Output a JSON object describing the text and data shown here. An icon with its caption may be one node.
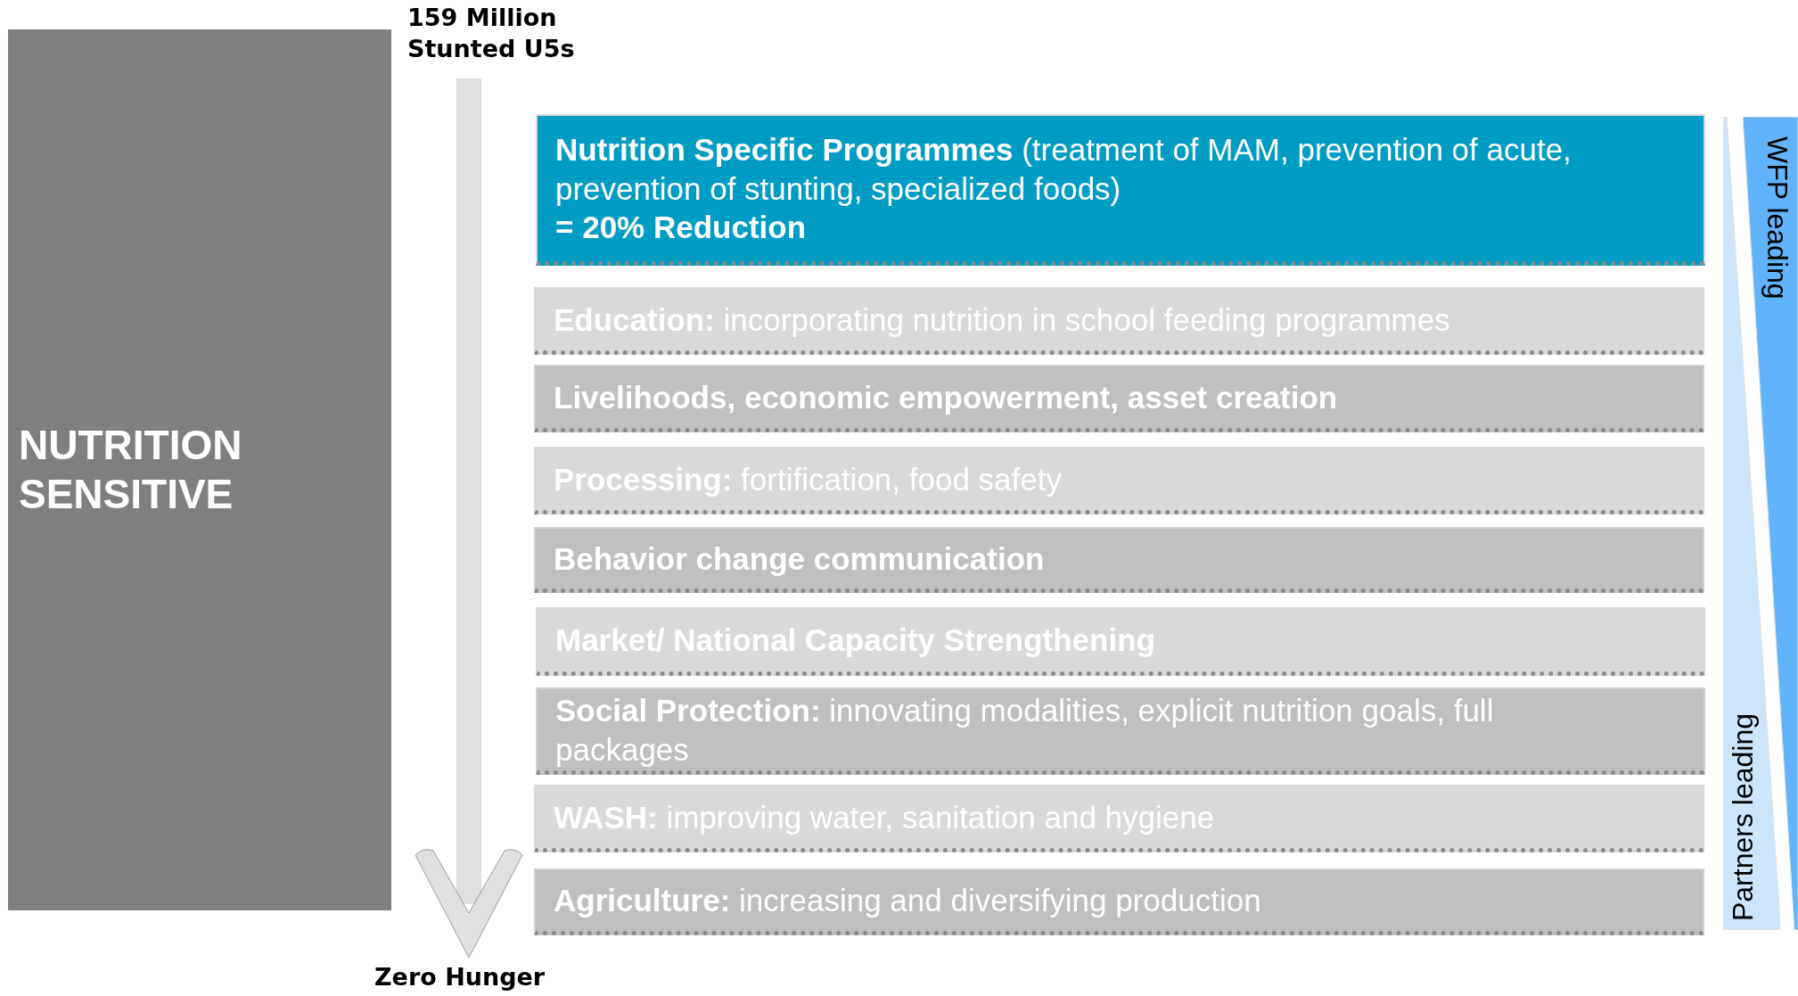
{
  "diagram": {
    "nodes": [
      {
        "text": [
          "NUTRITION SENSITIVE"
        ]
      },
      {
        "text": [
          "159 Million Stunted U5s"
        ]
      },
      {
        "text": [
          "Zero Hunger"
        ]
      },
      {
        "text": [
          "**Nutrition Specific Programmes** (treatment of MAM, prevention of acute, prevention of stunting, specialized foods)",
          "= 20% Reduction"
        ]
      },
      {
        "text": [
          "**Education:** incorporating nutrition in school feeding programmes"
        ]
      },
      {
        "text": [
          "Livelihoods, economic empowerment, asset creation"
        ]
      },
      {
        "text": [
          "**Processing:** fortification, food safety"
        ]
      },
      {
        "text": [
          "Behavior change communication"
        ]
      },
      {
        "text": [
          "Market/ National Capacity Strengthening"
        ]
      },
      {
        "text": [
          "**Social Protection:** innovating modalities, explicit nutrition goals, full packages"
        ]
      },
      {
        "text": [
          "**WASH:** improving water, sanitation and hygiene"
        ]
      },
      {
        "text": [
          "**Agriculture:** increasing and diversifying production"
        ]
      },
      {
        "text": [
          "WFP leading"
        ]
      },
      {
        "text": [
          "Partners leading"
        ]
      }
    ],
    "edges": [
      {
        "from": 1,
        "to": 2,
        "arrow": "to"
      }
    ]
  }
}
